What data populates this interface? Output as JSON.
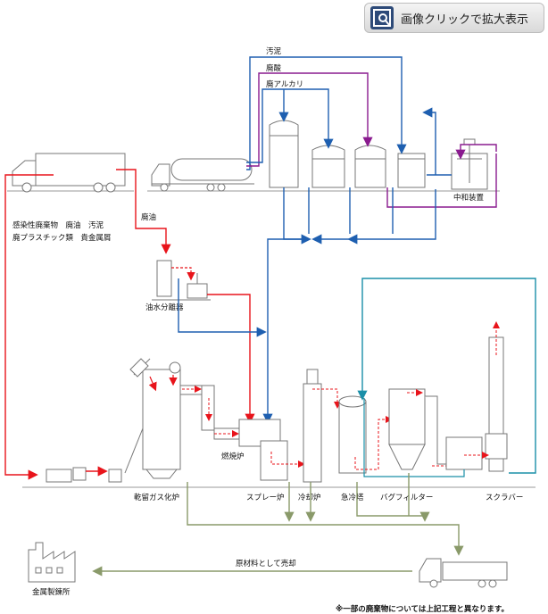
{
  "zoom_button": {
    "label": "画像クリックで拡大表示"
  },
  "inputs": {
    "sludge": "汚泥",
    "waste_acid": "廃酸",
    "waste_alkali": "廃アルカリ",
    "waste_oil": "廃油",
    "waste_types_line1": "感染性廃棄物　廃油　汚泥",
    "waste_types_line2": "廃プラスチック類　貴金属屑"
  },
  "equipment": {
    "neutralizer": "中和装置",
    "oil_water_separator": "油水分離器",
    "dry_distillation_furnace": "乾留ガス化炉",
    "combustion_furnace": "燃焼炉",
    "spray_furnace": "スプレー炉",
    "cooling_furnace": "冷却炉",
    "quench_tower": "急冷塔",
    "bag_filter": "バグフィルター",
    "scrubber": "スクラバー",
    "metal_refinery": "金属製錬所"
  },
  "output": {
    "sale_label": "原材料として売却"
  },
  "footnote": "※一部の廃棄物については上記工程と異なります。",
  "colors": {
    "red": "#e8141b",
    "blue": "#1e5fb0",
    "purple": "#8a1b8f",
    "olive": "#8a9a6a",
    "teal": "#1a8fa8",
    "gray": "#7a7a7a"
  }
}
